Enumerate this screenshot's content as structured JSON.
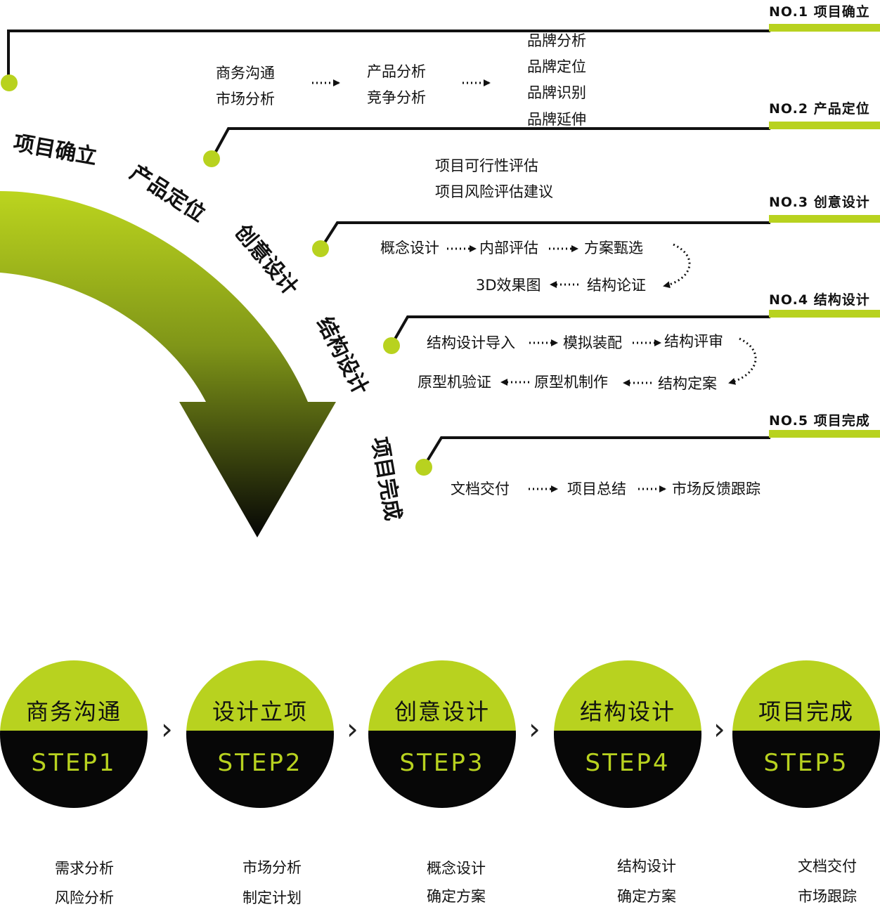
{
  "colors": {
    "accent": "#b8d21f",
    "dark": "#070707",
    "line": "#111111"
  },
  "no_labels": [
    "NO.1 项目确立",
    "NO.2 产品定位",
    "NO.3 创意设计",
    "NO.4 结构设计",
    "NO.5 项目完成"
  ],
  "phases": [
    "项目确立",
    "产品定位",
    "创意设计",
    "结构设计",
    "项目完成"
  ],
  "section1": {
    "col1": [
      "商务沟通",
      "市场分析"
    ],
    "col2": [
      "产品分析",
      "竞争分析"
    ],
    "col3": [
      "品牌分析",
      "品牌定位",
      "品牌识别",
      "品牌延伸"
    ]
  },
  "section2": {
    "items": [
      "项目可行性评估",
      "项目风险评估建议"
    ]
  },
  "section3": {
    "row1": [
      "概念设计",
      "内部评估",
      "方案甄选"
    ],
    "row2": [
      "3D效果图",
      "结构论证"
    ]
  },
  "section4": {
    "row1": [
      "结构设计导入",
      "模拟装配",
      "结构评审"
    ],
    "row2": [
      "原型机验证",
      "原型机制作",
      "结构定案"
    ]
  },
  "section5": {
    "items": [
      "文档交付",
      "项目总结",
      "市场反馈跟踪"
    ]
  },
  "steps": [
    {
      "title": "商务沟通",
      "step": "STEP1",
      "sub": [
        "需求分析",
        "风险分析"
      ]
    },
    {
      "title": "设计立项",
      "step": "STEP2",
      "sub": [
        "市场分析",
        "制定计划"
      ]
    },
    {
      "title": "创意设计",
      "step": "STEP3",
      "sub": [
        "概念设计",
        "确定方案"
      ]
    },
    {
      "title": "结构设计",
      "step": "STEP4",
      "sub": [
        "结构设计",
        "确定方案"
      ]
    },
    {
      "title": "项目完成",
      "step": "STEP5",
      "sub": [
        "文档交付",
        "市场跟踪"
      ]
    }
  ],
  "chevron": "›"
}
